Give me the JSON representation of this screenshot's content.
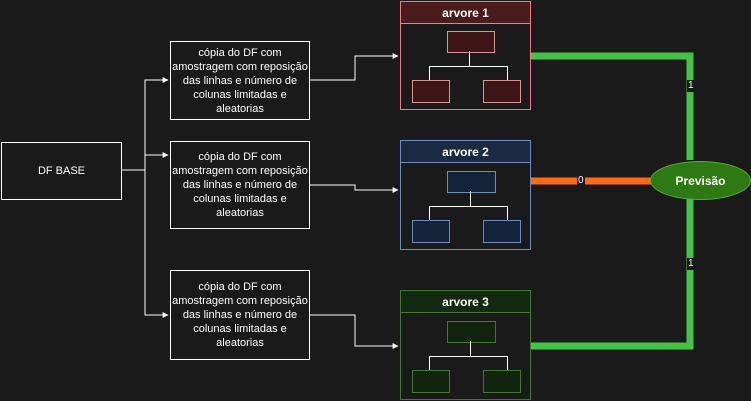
{
  "base": {
    "label": "DF BASE"
  },
  "samples": [
    {
      "label": "cópia do DF com amostragem com reposição das linhas e número de colunas limitadas e aleatorias"
    },
    {
      "label": "cópia do DF com amostragem com reposição das linhas e número de colunas limitadas e aleatorias"
    },
    {
      "label": "cópia do DF com amostragem com reposição das linhas e número de colunas limitadas e aleatorias"
    }
  ],
  "trees": [
    {
      "title": "arvore 1",
      "stroke": "#f08080",
      "header_fill": "#4a1c1c",
      "node_fill": "#3d1515",
      "node_stroke": "#d99494"
    },
    {
      "title": "arvore 2",
      "stroke": "#6c8ebf",
      "header_fill": "#1a2a40",
      "node_fill": "#13233a",
      "node_stroke": "#6c8ebf"
    },
    {
      "title": "arvore 3",
      "stroke": "#3f7a2e",
      "header_fill": "#132a10",
      "node_fill": "#11240e",
      "node_stroke": "#3f7a2e"
    }
  ],
  "prediction": {
    "label": "Previsão",
    "fill": "#2d7a12",
    "stroke": "#5fa83a"
  },
  "edges": {
    "tree1_label": "1",
    "tree2_label": "0",
    "tree3_label": "1",
    "tree1_color": "#44c444",
    "tree2_color": "#ff6a13",
    "tree3_color": "#44c444"
  }
}
